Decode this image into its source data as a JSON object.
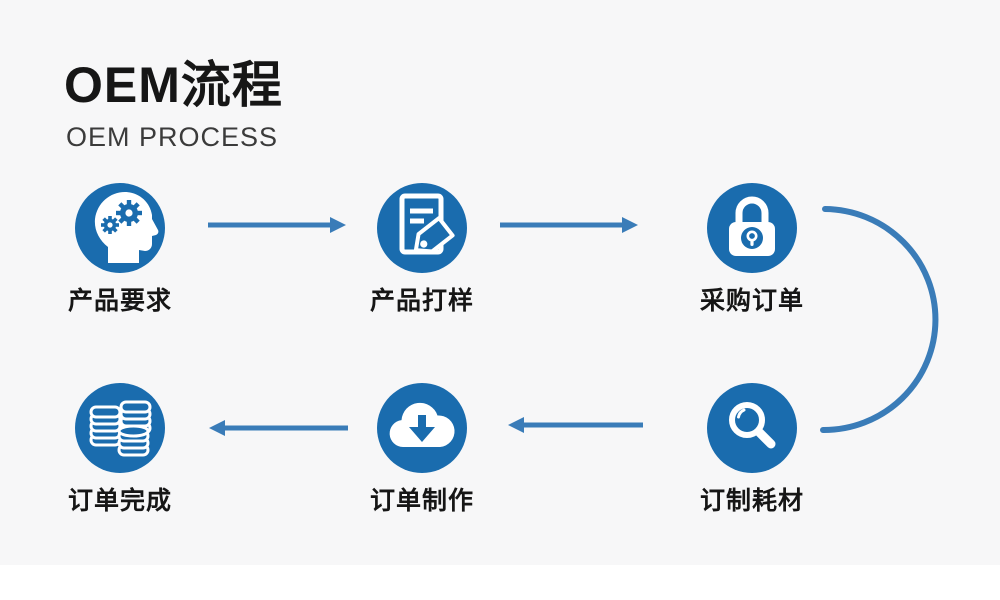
{
  "header": {
    "title": "OEM流程",
    "subtitle": "OEM PROCESS"
  },
  "colors": {
    "circle_blue": "#1a6cae",
    "arrow_blue": "#3a7cb8",
    "icon_white": "#ffffff",
    "text_black": "#161616",
    "background": "#f7f7f8"
  },
  "nodes": [
    {
      "id": "product-requirements",
      "label": "产品要求",
      "icon": "head-gears-icon",
      "row": 1,
      "col": 1
    },
    {
      "id": "product-sampling",
      "label": "产品打样",
      "icon": "document-tag-icon",
      "row": 1,
      "col": 2
    },
    {
      "id": "purchase-order",
      "label": "采购订单",
      "icon": "lock-icon",
      "row": 1,
      "col": 3
    },
    {
      "id": "order-complete",
      "label": "订单完成",
      "icon": "coins-icon",
      "row": 2,
      "col": 1
    },
    {
      "id": "order-production",
      "label": "订单制作",
      "icon": "cloud-download-icon",
      "row": 2,
      "col": 2
    },
    {
      "id": "custom-consumables",
      "label": "订制耗材",
      "icon": "magnifier-icon",
      "row": 2,
      "col": 3
    }
  ],
  "flow_sequence": [
    "产品要求",
    "产品打样",
    "采购订单",
    "订制耗材",
    "订单制作",
    "订单完成"
  ]
}
